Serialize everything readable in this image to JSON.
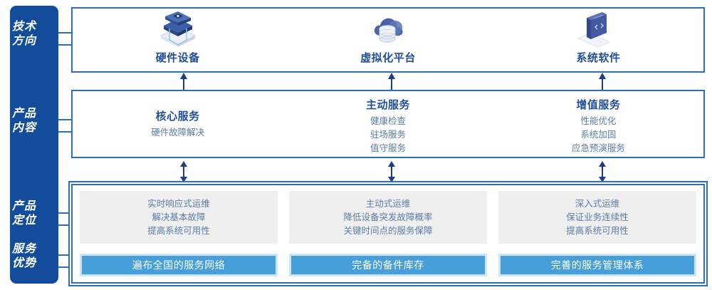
{
  "sidebar": {
    "groups": [
      {
        "id": "tech",
        "line1": "技术",
        "line2": "方向"
      },
      {
        "id": "product",
        "line1": "产品",
        "line2": "内容"
      },
      {
        "id": "position",
        "line1": "产品",
        "line2": "定位"
      },
      {
        "id": "advantage",
        "line1": "服务",
        "line2": "优势"
      }
    ]
  },
  "tech_row": {
    "columns": [
      {
        "icon": "server-stack-icon",
        "label": "硬件设备"
      },
      {
        "icon": "cloud-database-icon",
        "label": "虚拟化平台"
      },
      {
        "icon": "software-code-book-icon",
        "label": "系统软件"
      }
    ]
  },
  "content_row": {
    "columns": [
      {
        "title": "核心服务",
        "items": [
          "硬件故障解决"
        ]
      },
      {
        "title": "主动服务",
        "items": [
          "健康检查",
          "驻场服务",
          "值守服务"
        ]
      },
      {
        "title": "增值服务",
        "items": [
          "性能优化",
          "系统加固",
          "应急预演服务"
        ]
      }
    ]
  },
  "bottom_row": {
    "columns": [
      {
        "positioning": [
          "实时响应式运维",
          "解决基本故障",
          "提高系统可用性"
        ],
        "advantage": "遍布全国的服务网络"
      },
      {
        "positioning": [
          "主动式运维",
          "降低设备突发故障概率",
          "关键时间点的服务保障"
        ],
        "advantage": "完备的备件库存"
      },
      {
        "positioning": [
          "深入式运维",
          "保证业务连续性",
          "提高系统可用性"
        ],
        "advantage": "完善的服务管理体系"
      }
    ]
  },
  "colors": {
    "sidebar_bg": "#124C9B",
    "box_border": "#2F6FB5",
    "title_blue": "#1F4E9C",
    "body_blue": "#5B7CA6",
    "card_gray": "#EFEFEF",
    "advantage_blue": "#469FD8",
    "arrow_navy": "#1F3C88"
  }
}
